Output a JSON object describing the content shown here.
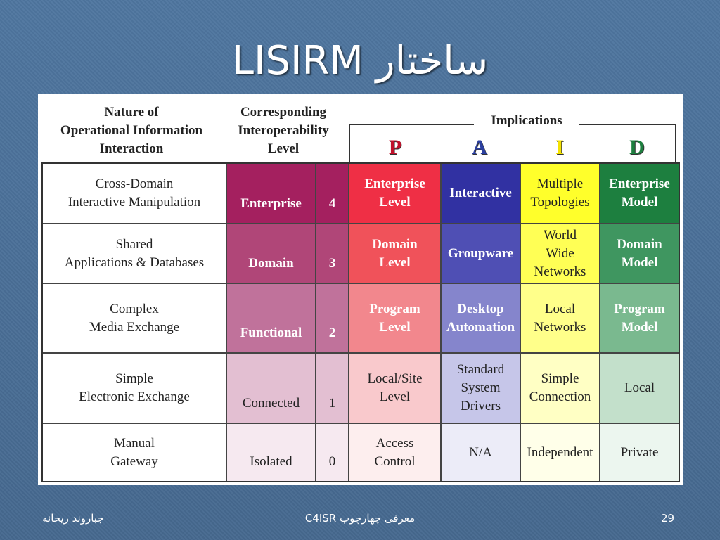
{
  "slide": {
    "title": "LISIRM ساختار",
    "footer_left": "جباروند ریحانه",
    "footer_center": "C4ISR معرفی چهارچوب",
    "footer_page": "29"
  },
  "headers": {
    "nature_l1": "Nature of",
    "nature_l2": "Operational Information",
    "nature_l3": "Interaction",
    "corr_l1": "Corresponding",
    "corr_l2": "Interoperability",
    "corr_l3": "Level",
    "implications": "Implications",
    "letters": [
      "P",
      "A",
      "I",
      "D"
    ]
  },
  "rows": [
    {
      "nature": [
        "Cross-Domain",
        "Interactive Manipulation"
      ],
      "level_name": "Enterprise",
      "level_num": "4",
      "p": [
        "Enterprise",
        "Level"
      ],
      "a": [
        "Interactive"
      ],
      "i": [
        "Multiple",
        "Topologies"
      ],
      "d": [
        "Enterprise",
        "Model"
      ]
    },
    {
      "nature": [
        "Shared",
        "Applications & Databases"
      ],
      "level_name": "Domain",
      "level_num": "3",
      "p": [
        "Domain",
        "Level"
      ],
      "a": [
        "Groupware"
      ],
      "i": [
        "World",
        "Wide",
        "Networks"
      ],
      "d": [
        "Domain",
        "Model"
      ]
    },
    {
      "nature": [
        "Complex",
        "Media Exchange"
      ],
      "level_name": "Functional",
      "level_num": "2",
      "p": [
        "Program",
        "Level"
      ],
      "a": [
        "Desktop",
        "Automation"
      ],
      "i": [
        "Local",
        "Networks"
      ],
      "d": [
        "Program",
        "Model"
      ]
    },
    {
      "nature": [
        "Simple",
        "Electronic Exchange"
      ],
      "level_name": "Connected",
      "level_num": "1",
      "p": [
        "Local/Site",
        "Level"
      ],
      "a": [
        "Standard",
        "System",
        "Drivers"
      ],
      "i": [
        "Simple",
        "Connection"
      ],
      "d": [
        "Local"
      ]
    },
    {
      "nature": [
        "Manual",
        "Gateway"
      ],
      "level_name": "Isolated",
      "level_num": "0",
      "p": [
        "Access",
        "Control"
      ],
      "a": [
        "N/A"
      ],
      "i": [
        "Independent"
      ],
      "d": [
        "Private"
      ]
    }
  ],
  "colors": {
    "level": [
      "#a4205f",
      "#b04678",
      "#c0729b",
      "#e3bfd2",
      "#f6e9f0"
    ],
    "p": [
      "#ef2f45",
      "#f0525a",
      "#f2878d",
      "#f9c9cc",
      "#fdeeee"
    ],
    "a": [
      "#3131a2",
      "#4f4fb4",
      "#8585cc",
      "#c6c6e9",
      "#ececf8"
    ],
    "i": [
      "#ffff2b",
      "#ffff55",
      "#ffff8a",
      "#ffffc4",
      "#ffffe9"
    ],
    "d": [
      "#1d7f3f",
      "#3f9660",
      "#7ab98f",
      "#c3e0cb",
      "#ecf6ef"
    ],
    "letter_p": "#c0102a",
    "letter_a": "#2b3fa0",
    "letter_i": "#f4e200",
    "letter_d": "#1d7f3f"
  }
}
